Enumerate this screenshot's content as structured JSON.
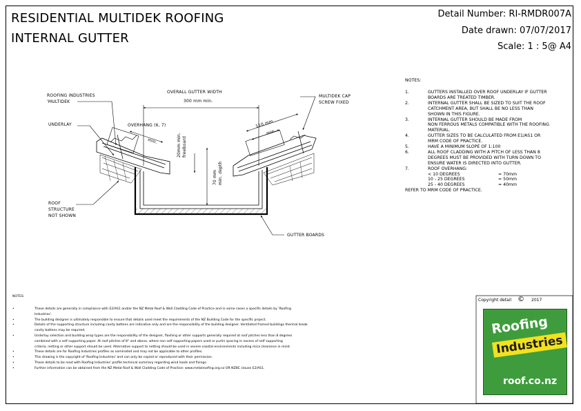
{
  "title": {
    "line1": "RESIDENTIAL MULTIDEK ROOFING",
    "line2": "INTERNAL GUTTER"
  },
  "meta": {
    "detail_number": "Detail Number:  RI-RMDR007A",
    "date_drawn": "Date drawn:  07/07/2017",
    "scale": "Scale:    1 : 5@ A4"
  },
  "drawing": {
    "roofing_industries": "ROOFING INDUSTRIES",
    "multidek": "'MULTIDEK",
    "overall_gutter_width": "OVERALL GUTTER WIDTH",
    "gutter_width_value": "300 mm min.",
    "multidek_cap": "MULTIDEK CAP",
    "screw_fixed": "SCREW FIXED",
    "underlay": "UNDERLAY",
    "overhang": "OVERHANG (6, 7)",
    "min_left": "min.",
    "freeboard_1": "20mm min.",
    "freeboard_2": "freeboard",
    "depth_1": "70 mm",
    "depth_2": "min. depth",
    "dim_110": "110 mm",
    "min_right": "min.",
    "roof_1": "ROOF",
    "roof_2": "STRUCTURE",
    "roof_3": "NOT SHOWN",
    "gutter_boards": "GUTTER BOARDS"
  },
  "notes_right": {
    "heading": "NOTES:",
    "items": [
      {
        "num": "1.",
        "lines": [
          "GUTTERS INSTALLED OVER ROOF UNDERLAY IF GUTTER",
          "BOARDS ARE TREATED TIMBER."
        ]
      },
      {
        "num": "2.",
        "lines": [
          "INTERNAL GUTTER SHALL BE SIZED TO SUIT THE ROOF",
          "CATCHMENT AREA, BUT SHALL BE NO LESS THAN",
          "SHOWN IN THIS FIGURE."
        ]
      },
      {
        "num": "3.",
        "lines": [
          "INTERNAL GUTTER SHOULD BE MADE FROM",
          "NON FERROUS METALS COMPATIBLE WITH THE ROOFING",
          "MATERIAL."
        ]
      },
      {
        "num": "4.",
        "lines": [
          "GUTTER SIZES TO BE CALCULATED FROM E1/AS1 OR",
          "MRM CODE OF PRACTICE."
        ]
      },
      {
        "num": "5.",
        "lines": [
          "HAVE A MINIMUM SLOPE OF 1:100"
        ]
      },
      {
        "num": "6.",
        "lines": [
          "ALL ROOF CLADDING WITH A PITCH OF LESS THAN 8",
          "DEGREES MUST BE PROVIDED WITH TURN DOWN TO",
          "ENSURE WATER IS DIRECTED INTO GUTTER."
        ]
      },
      {
        "num": "7.",
        "lines": [
          "ROOF OVERHANG:"
        ]
      }
    ],
    "overhang_rows": [
      {
        "range": "< 10 DEGREES",
        "value": "= 70mm"
      },
      {
        "range": "10 - 25 DEGREES",
        "value": "= 50mm"
      },
      {
        "range": "25 - 40 DEGREES",
        "value": "= 40mm"
      }
    ],
    "footer": "REFER TO MRM CODE OF PRACTICE."
  },
  "notes_bottom": {
    "heading": "NOTES:",
    "bullet": "•",
    "items": [
      "These details are generally in compliance with E2/AS1 and/or the NZ Metal Roof & Wall Cladding Code of Practice and in some cases a specific details by 'Roofing",
      "Industries'.",
      "The building designer is ultimately responsible to ensure that details used meet the requirements of the NZ Building Code for the specific project.",
      "Details of the supporting structure including cavity battens are indicative only and are the responsibility of the building designer. Ventilated framed buildings thermal break",
      "cavity battens may be required.",
      "Underlay selection and building wrap types are the responsibility of the designer, flashing or other supports generally required at roof pitches less than 8 degrees",
      "combined with a self supporting paper. At roof pitches of 8° and above, where non self supporting papers used or purlin spacing in excess of self supporting",
      "criteria, netting or other support should be used. Alternative support to netting should be used in severe coastal environments including mica clearance in mind.",
      "These details are for Roofing Industries profiles as nominated and may not be applicable to other profiles.",
      "This drawing is the copyright of 'Roofing Industries' and can only be copied or reproduced with their permission.",
      "These details to be read with Roofing Industries' profile technical summary regarding wind loads and fixings.",
      "Further information can be obtained from the NZ Metal Roof & Wall Cladding Code of Practice: www.metalroofing.org.nz OR NZBC clause E2/AS1."
    ],
    "bullet_rows": [
      0,
      2,
      3,
      5,
      8,
      9,
      10,
      11
    ]
  },
  "copyright": {
    "label": "Copyright detail",
    "symbol": "©",
    "year": "2017"
  },
  "logo": {
    "line1": "Roofing",
    "line2": "Industries",
    "url": "roof.co.nz",
    "green": "#3f9c3d",
    "yellow": "#f3e11d"
  }
}
